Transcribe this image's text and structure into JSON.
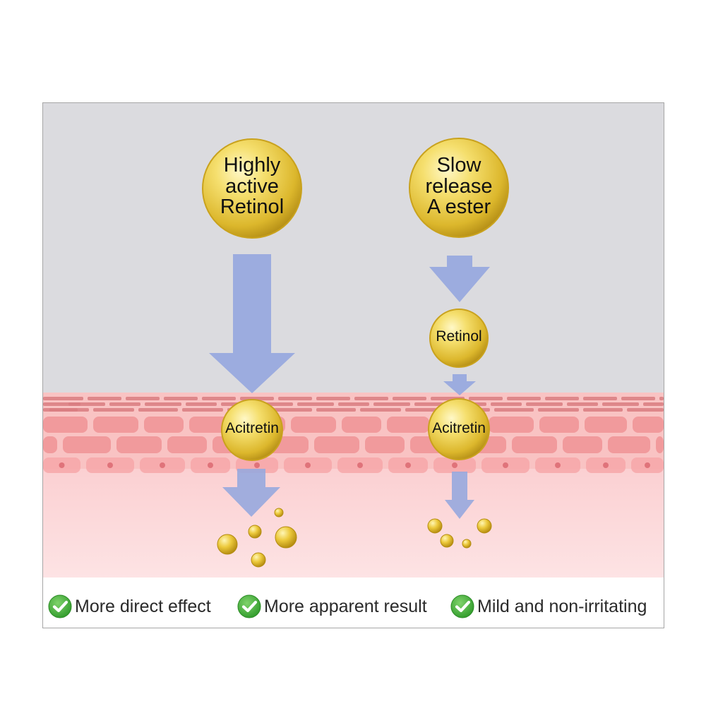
{
  "colors": {
    "sky": "#dbdbdf",
    "skin_top": "#f7b4b4",
    "skin_cells": "#f19a9c",
    "skin_lower": "#fde2e3",
    "arrow": "#97a8de",
    "ball_gold": "#e9cb3f",
    "check_green": "#3fae35"
  },
  "left_path": {
    "source": "Highly\nactive\nRetinol",
    "result": "Acitretin"
  },
  "right_path": {
    "source": "Slow\nrelease\nA ester",
    "intermediate": "Retinol",
    "result": "Acitretin"
  },
  "benefits": [
    {
      "label": "More direct effect",
      "icon": "check-circle-icon"
    },
    {
      "label": "More apparent result",
      "icon": "check-circle-icon"
    },
    {
      "label": "Mild and non-irritating",
      "icon": "check-circle-icon"
    }
  ]
}
